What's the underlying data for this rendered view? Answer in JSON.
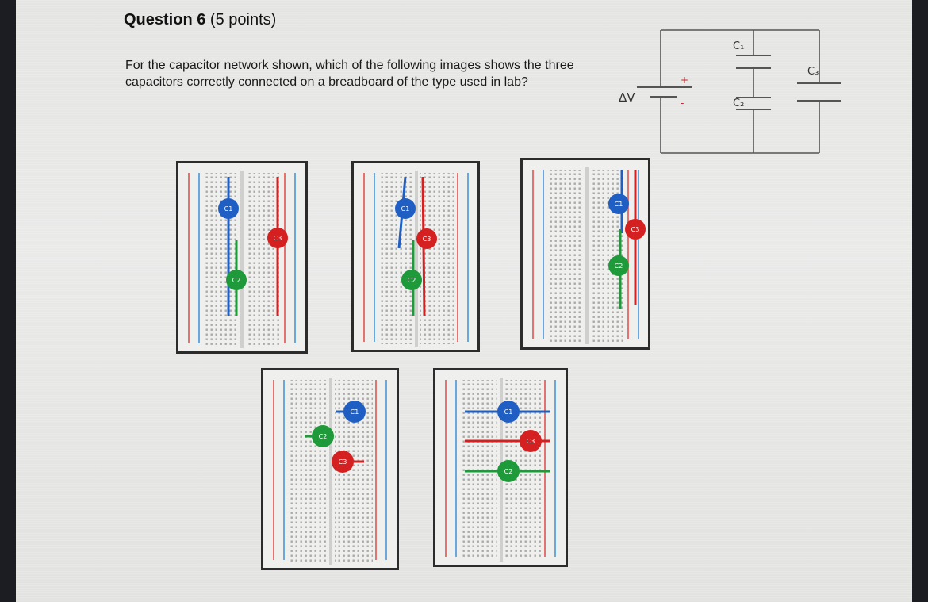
{
  "question": {
    "title_number": "Question 6",
    "title_points": "(5 points)",
    "text": "For the capacitor network shown, which of the following images shows the three capacitors correctly connected on a breadboard of the type used in lab?"
  },
  "circuit": {
    "source_label": "ΔV",
    "plus_sign": "+",
    "minus_sign": "-",
    "c1_label": "C₁",
    "c2_label": "C₂",
    "c3_label": "C₃"
  },
  "options": [
    {
      "c1": "C1",
      "c2": "C2",
      "c3": "C3"
    },
    {
      "c1": "C1",
      "c2": "C2",
      "c3": "C3"
    },
    {
      "c1": "C1",
      "c2": "C2",
      "c3": "C3"
    },
    {
      "c1": "C1",
      "c2": "C2",
      "c3": "C3"
    },
    {
      "c1": "C1",
      "c2": "C2",
      "c3": "C3"
    }
  ],
  "colors": {
    "c1": "#1f5fc4",
    "c2": "#1f9a3a",
    "c3": "#d42020",
    "rail_red": "#e04848",
    "rail_blue": "#3f8fd8",
    "wire": "#555555"
  }
}
